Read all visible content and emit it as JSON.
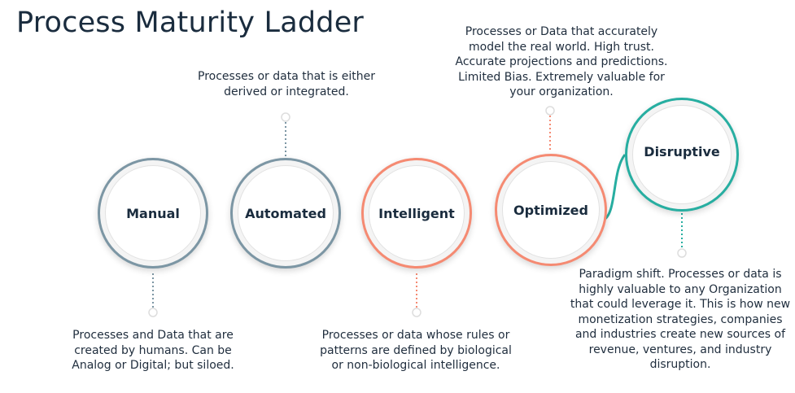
{
  "title": "Process Maturity Ladder",
  "colors": {
    "gray": "#7c96a4",
    "coral": "#f58a72",
    "teal": "#27aea1",
    "text": "#1a2c3e"
  },
  "stages": [
    {
      "label": "Manual",
      "description": "Processes and Data that are created by humans. Can be Analog or Digital; but siloed."
    },
    {
      "label": "Automated",
      "description": "Processes or data that is either derived or integrated."
    },
    {
      "label": "Intelligent",
      "description": "Processes or data whose rules or patterns are defined by biological or non-biological intelligence."
    },
    {
      "label": "Optimized",
      "description": "Processes or Data that accurately model the real world. High trust. Accurate projections and predictions. Limited Bias. Extremely valuable for your organization."
    },
    {
      "label": "Disruptive",
      "description": "Paradigm shift. Processes or data is highly valuable to any Organization that could leverage it. This is how new monetization strategies, companies and industries create new sources of revenue, ventures, and industry disruption."
    }
  ]
}
